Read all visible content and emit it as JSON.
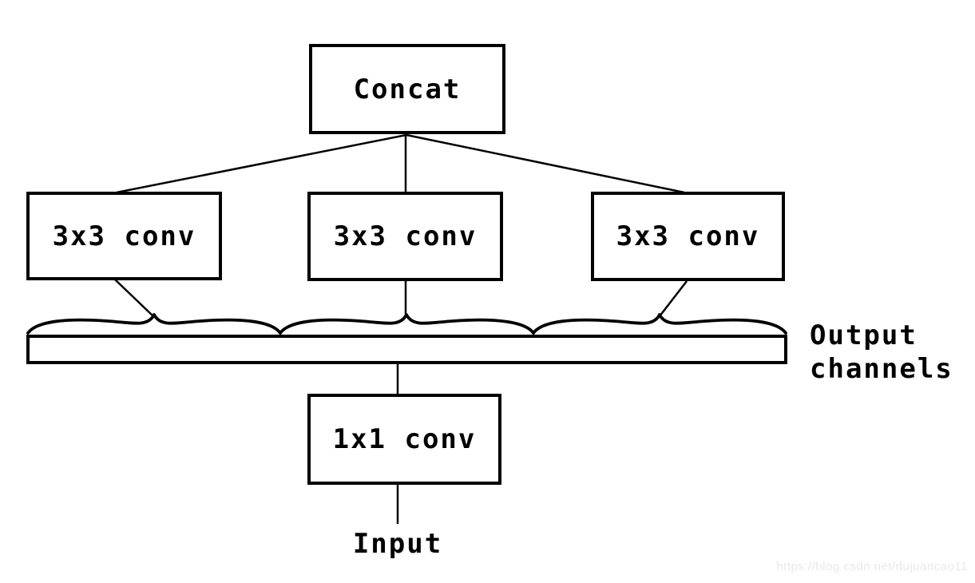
{
  "diagram": {
    "concat": {
      "label": "Concat"
    },
    "branches": [
      {
        "label": "3x3 conv"
      },
      {
        "label": "3x3 conv"
      },
      {
        "label": "3x3 conv"
      }
    ],
    "bottleneck": {
      "label": "1x1 conv"
    },
    "output_channels_label": "Output channels",
    "input_label": "Input",
    "colors": {
      "stroke": "#000000",
      "background": "#ffffff",
      "watermark_text": "#e8e8e8"
    }
  },
  "watermark": "https://blog.csdn.net/dujuancao11"
}
